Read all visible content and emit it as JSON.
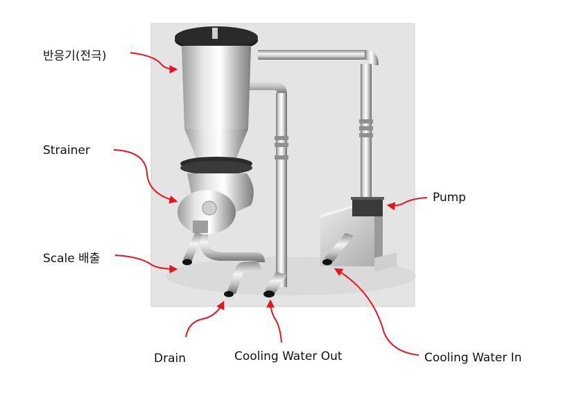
{
  "labels": {
    "reactor": "반응기(전극)",
    "strainer": "Strainer",
    "scale_discharge": "Scale 배출",
    "pump": "Pump",
    "drain": "Drain",
    "cooling_water_out": "Cooling Water Out",
    "cooling_water_in": "Cooling Water In"
  },
  "colors": {
    "arrow": "#e8141b",
    "backdrop": "#e4e4e4",
    "metal_light": "#f2f2f2",
    "metal_mid": "#b9b9b9",
    "metal_dark": "#6e6e6e",
    "flange": "#1c1c1c"
  }
}
